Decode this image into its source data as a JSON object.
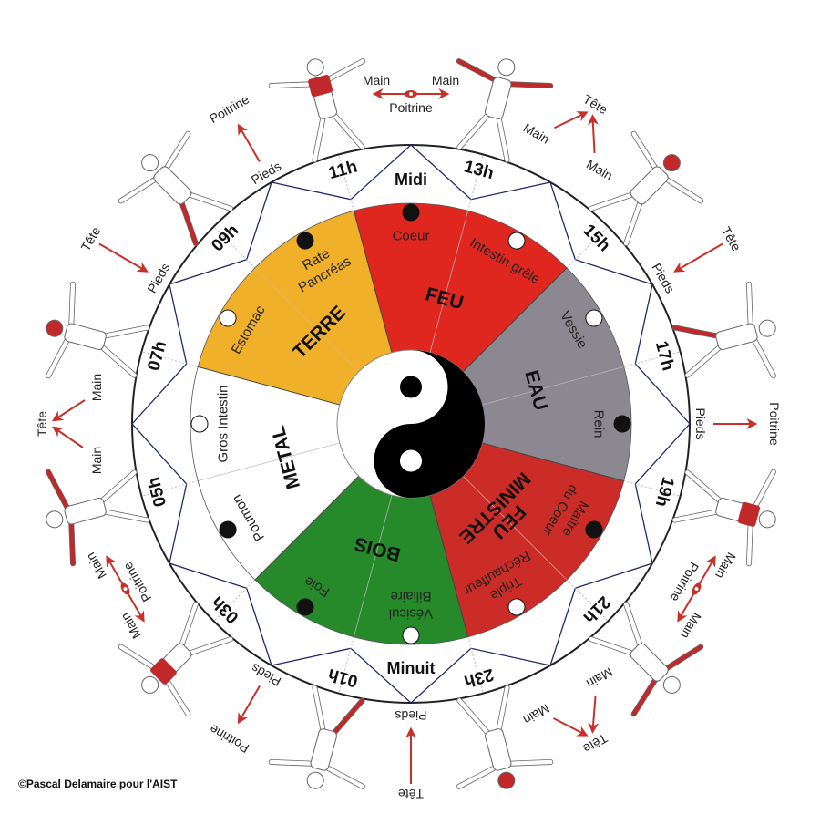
{
  "title_labels": {
    "noon": "Midi",
    "midnight": "Minuit"
  },
  "hours": [
    "13h",
    "15h",
    "17h",
    "19h",
    "21h",
    "23h",
    "01h",
    "03h",
    "05h",
    "07h",
    "09h",
    "11h"
  ],
  "organs": [
    {
      "label": [
        "Coeur"
      ],
      "dot": "black"
    },
    {
      "label": [
        "Intestin grêle"
      ],
      "dot": "white"
    },
    {
      "label": [
        "Vessie"
      ],
      "dot": "white"
    },
    {
      "label": [
        "Rein"
      ],
      "dot": "black"
    },
    {
      "label": [
        "Maître",
        "du Coeur"
      ],
      "dot": "black"
    },
    {
      "label": [
        "Triple",
        "Réchauffeur"
      ],
      "dot": "white"
    },
    {
      "label": [
        "Vésicul",
        "Biliaire"
      ],
      "dot": "white"
    },
    {
      "label": [
        "Foie"
      ],
      "dot": "black"
    },
    {
      "label": [
        "Poumon"
      ],
      "dot": "black"
    },
    {
      "label": [
        "Gros Intestin"
      ],
      "dot": "white"
    },
    {
      "label": [
        "Estomac"
      ],
      "dot": "white"
    },
    {
      "label": [
        "Rate",
        "Pancréas"
      ],
      "dot": "black"
    }
  ],
  "elements": [
    {
      "label": [
        "FEU"
      ],
      "color": "#e0271f"
    },
    {
      "label": [
        "EAU"
      ],
      "color": "#8b8891"
    },
    {
      "label": [
        "FEU",
        "MINISTRE"
      ],
      "color": "#cc2c27"
    },
    {
      "label": [
        "BOIS"
      ],
      "color": "#268a2b"
    },
    {
      "label": [
        "METAL"
      ],
      "color": "#ffffff"
    },
    {
      "label": [
        "TERRE"
      ],
      "color": "#f0b02a"
    }
  ],
  "figure_highlights": [
    "arms",
    "head",
    "legs",
    "chest",
    "arms",
    "head",
    "legs",
    "chest",
    "arms",
    "head",
    "legs",
    "chest"
  ],
  "annotations": [
    {
      "labels": [
        "Main",
        "Main",
        "Poitrine"
      ]
    },
    {
      "labels": [
        "Main",
        "Main",
        "Tête"
      ]
    },
    {
      "labels": [
        "Tête",
        "Pieds"
      ]
    },
    {
      "labels": [
        "Pieds",
        "Poitrine"
      ]
    },
    {
      "labels": [
        "Main",
        "Main",
        "Poitrine"
      ]
    },
    {
      "labels": [
        "Main",
        "Main",
        "Tête"
      ]
    },
    {
      "labels": [
        "Tête",
        "Pieds"
      ]
    },
    {
      "labels": [
        "Pieds",
        "Poitrine"
      ]
    },
    {
      "labels": [
        "Main",
        "Main",
        "Poitrine"
      ]
    },
    {
      "labels": [
        "Main",
        "Main",
        "Tête"
      ]
    },
    {
      "labels": [
        "Tête",
        "Pieds"
      ]
    },
    {
      "labels": [
        "Pieds",
        "Poitrine"
      ]
    }
  ],
  "colors": {
    "star": "#1f2a6b",
    "arrow": "#c8302a",
    "highlight": "#c0282a",
    "ring": "#222222"
  },
  "copyright": "©Pascal Delamaire pour l'AIST"
}
